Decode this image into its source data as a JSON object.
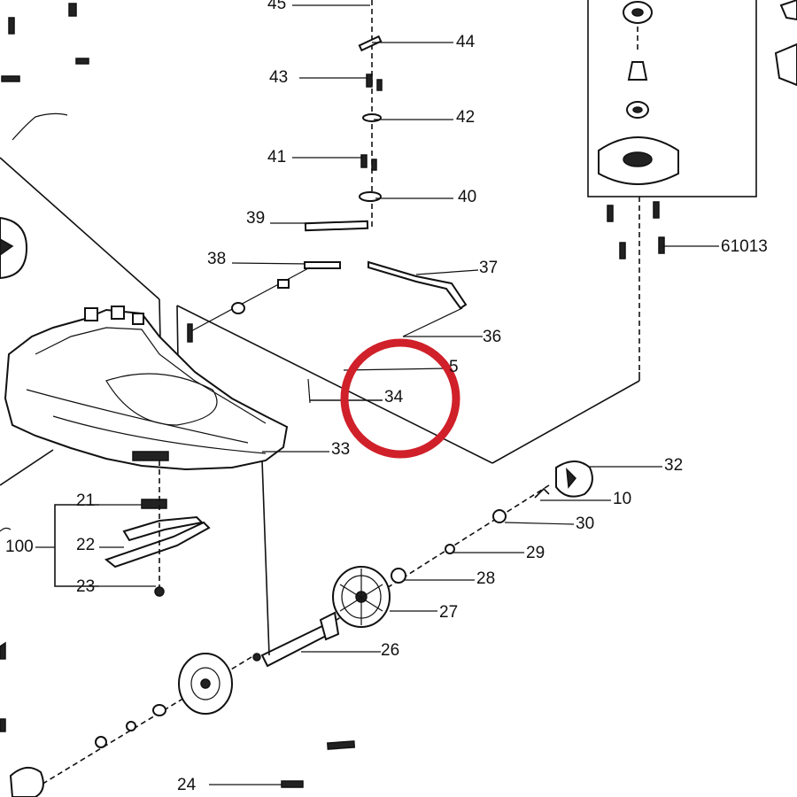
{
  "labels": {
    "l45": "45",
    "l44": "44",
    "l43": "43",
    "l42": "42",
    "l41": "41",
    "l40": "40",
    "l39": "39",
    "l38": "38",
    "l37": "37",
    "l36": "36",
    "l35": "5",
    "l34": "34",
    "l33": "33",
    "l32": "32",
    "l10": "10",
    "l30": "30",
    "l29": "29",
    "l28": "28",
    "l27": "27",
    "l26": "26",
    "l24": "24",
    "l21": "21",
    "l22": "22",
    "l23": "23",
    "l100": "100",
    "l61013": "61013"
  },
  "colors": {
    "line": "#111111",
    "highlight_circle": "#d0202a",
    "background": "#ffffff"
  }
}
